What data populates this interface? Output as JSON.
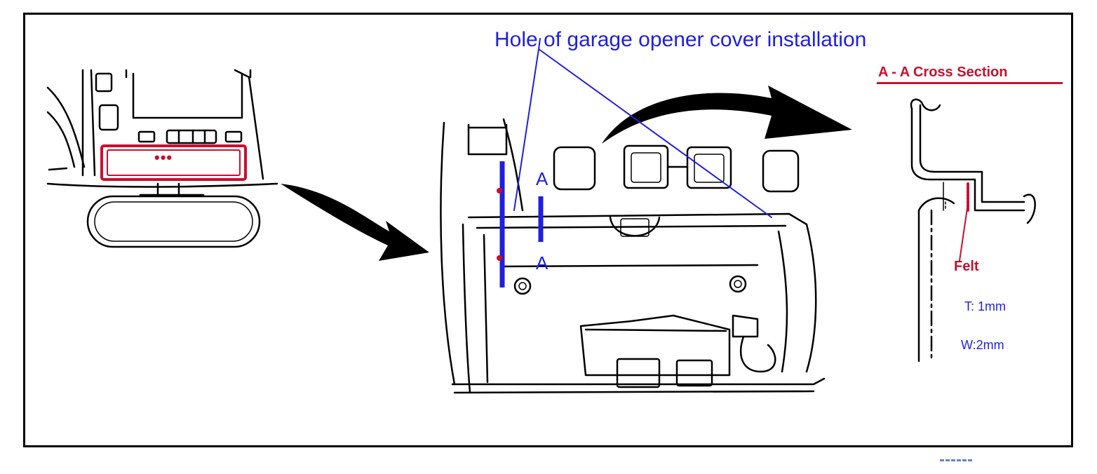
{
  "labels": {
    "hole": "Hole of garage opener cover installation",
    "section_title": "A - A Cross Section",
    "section_marker_top": "A",
    "section_marker_bottom": "A",
    "felt": "Felt",
    "thickness": "T: 1mm",
    "width": "W:2mm",
    "console_dots": "•••"
  },
  "colors": {
    "line": "#000000",
    "callout_blue": "#1f1fe0",
    "accent_red": "#c8102e"
  }
}
